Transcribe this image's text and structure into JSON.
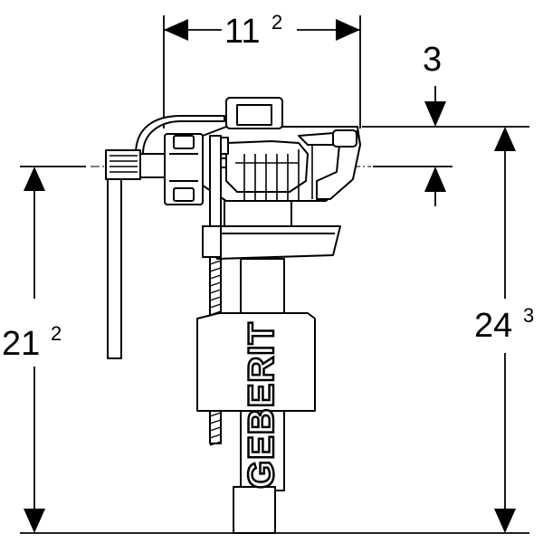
{
  "dimensions": {
    "width_top": {
      "main": "11",
      "sup": "2"
    },
    "offset_top": {
      "main": "3"
    },
    "height_left": {
      "main": "21",
      "sup": "2"
    },
    "height_right": {
      "main": "24",
      "sup": "3"
    }
  },
  "brand": {
    "logo": "GEBERIT"
  },
  "colors": {
    "line": "#000000",
    "background": "#ffffff"
  }
}
